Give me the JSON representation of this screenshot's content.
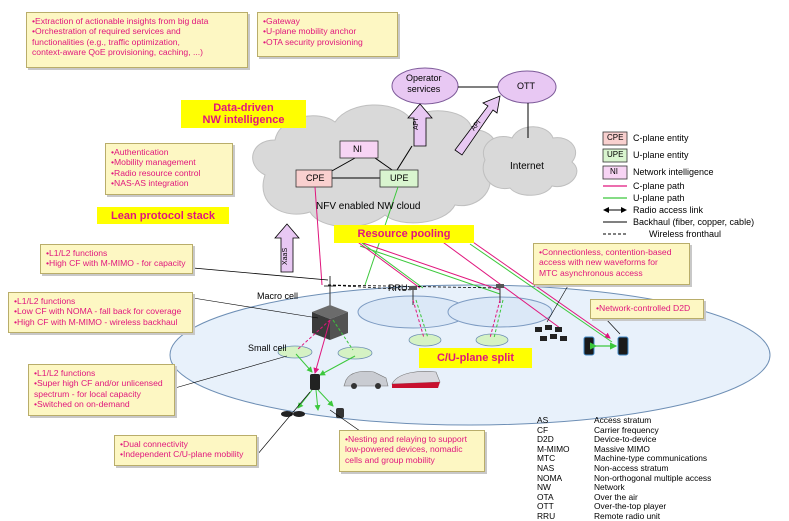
{
  "callouts": {
    "bigdata": [
      "•Extraction of actionable insights from big data",
      "•Orchestration of required services and",
      "  functionalities (e.g., traffic optimization,",
      "  context-aware QoE provisioning, caching, ...)"
    ],
    "gateway": [
      "•Gateway",
      "•U-plane mobility anchor",
      "•OTA security provisioning"
    ],
    "auth": [
      "•Authentication",
      "•Mobility management",
      "•Radio resource control",
      "•NAS-AS integration"
    ],
    "l1l2_capacity": [
      "•L1/L2 functions",
      "•High CF with M-MIMO - for capacity"
    ],
    "l1l2_macro": [
      "•L1/L2 functions",
      "•Low CF with NOMA - fall back for coverage",
      "•High CF with M-MIMO - wireless backhaul"
    ],
    "l1l2_small": [
      "•L1/L2 functions",
      "•Super high CF and/or unlicensed",
      "  spectrum - for local capacity",
      "•Switched on on-demand"
    ],
    "dual": [
      "•Dual connectivity",
      "•Independent C/U-plane mobility"
    ],
    "nesting": [
      "•Nesting and relaying to support",
      "  low-powered devices, nomadic",
      "  cells and group mobility"
    ],
    "connless": [
      "•Connectionless, contention-based",
      "  access with new waveforms for",
      "  MTC asynchronous access"
    ],
    "d2d": [
      "•Network-controlled D2D"
    ]
  },
  "banners": {
    "datadriven": [
      "Data-driven",
      "NW intelligence"
    ],
    "lean": "Lean protocol stack",
    "pooling": "Resource pooling",
    "split": "C/U-plane split"
  },
  "nodes": {
    "ni": "NI",
    "cpe": "CPE",
    "upe": "UPE",
    "operator": [
      "Operator",
      "services"
    ],
    "ott": "OTT",
    "internet": "Internet",
    "cloud": "NFV enabled NW cloud",
    "api": "API",
    "xaas": "XaaS",
    "macro": "Macro cell",
    "small": "Small cell",
    "rru": "RRU"
  },
  "legend": {
    "cpe_label": "CPE",
    "cpe_text": "C-plane entity",
    "upe_label": "UPE",
    "upe_text": "U-plane entity",
    "ni_label": "NI",
    "ni_text": "Network intelligence",
    "cpath": "C-plane path",
    "upath": "U-plane path",
    "radio": "Radio access link",
    "backhaul": "Backhaul (fiber, copper, cable)",
    "fronthaul": "Wireless fronthaul"
  },
  "abbreviations": [
    [
      "AS",
      "Access stratum"
    ],
    [
      "CF",
      "Carrier frequency"
    ],
    [
      "D2D",
      "Device-to-device"
    ],
    [
      "M-MIMO",
      "Massive MIMO"
    ],
    [
      "MTC",
      "Machine-type communications"
    ],
    [
      "NAS",
      "Non-access stratum"
    ],
    [
      "NOMA",
      "Non-orthogonal multiple access"
    ],
    [
      "NW",
      "Network"
    ],
    [
      "OTA",
      "Over the air"
    ],
    [
      "OTT",
      "Over-the-top player"
    ],
    [
      "RRU",
      "Remote radio unit"
    ]
  ],
  "colors": {
    "cpe_fill": "#f9d0cf",
    "upe_fill": "#d9f5cf",
    "ni_fill": "#f7d4f4",
    "cplane": "#e0167d",
    "uplane": "#3cc83c",
    "callout_text": "#e0167d",
    "banner_fill": "#ffff00",
    "operator_fill": "#e8c8f3"
  }
}
